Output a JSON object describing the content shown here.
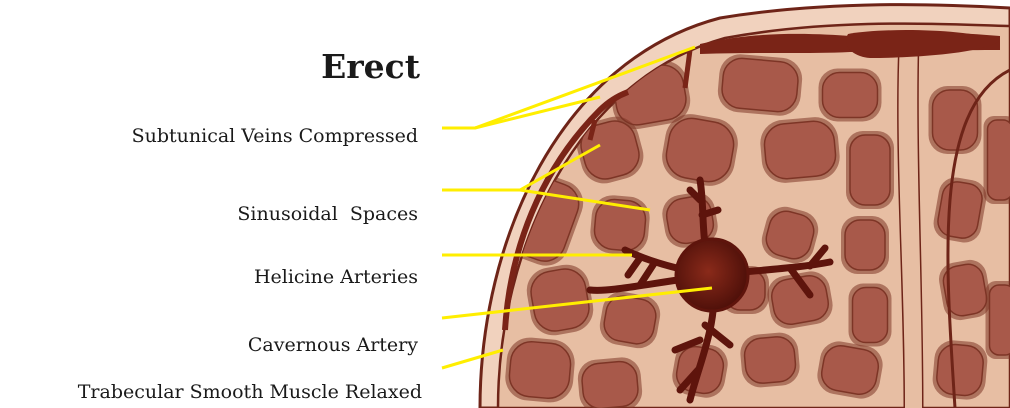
{
  "diagram": {
    "title": "Erect",
    "labels": [
      {
        "id": "subtunical-veins",
        "text": "Subtunical Veins Compressed"
      },
      {
        "id": "sinusoidal-spaces",
        "text": "Sinusoidal  Spaces"
      },
      {
        "id": "helicine-arteries",
        "text": "Helicine Arteries"
      },
      {
        "id": "cavernous-artery",
        "text": "Cavernous Artery"
      },
      {
        "id": "trabecular-muscle",
        "text": "Trabecular Smooth Muscle Relaxed"
      }
    ]
  },
  "colors": {
    "leader_line": "#ffee00",
    "tunica_outer": "#f1d2be",
    "tunica_edge": "#6e2418",
    "trabecular_tissue": "#e7bea3",
    "sinusoid_fill": "#a8594a",
    "sinusoid_rim": "#7d3526",
    "artery_dark": "#5e140c",
    "vein": "#7a2417"
  }
}
